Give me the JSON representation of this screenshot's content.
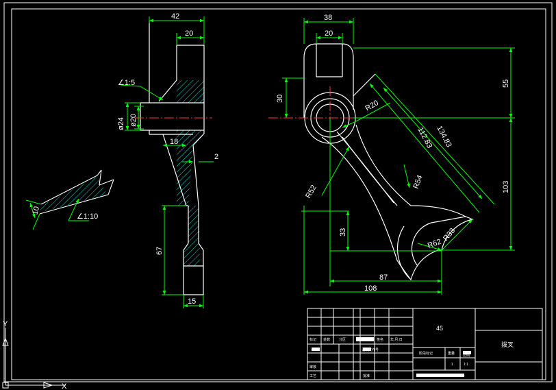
{
  "colors": {
    "background": "#000000",
    "object": "#ffffff",
    "dimension": "#00ff00",
    "section": "#00ffff",
    "centerline": "#ff3333"
  },
  "left_view": {
    "dims": {
      "top_width": "42",
      "inner_width": "20",
      "slope": "∠1:5",
      "bore_outer": "ø24",
      "bore_inner": "ø20",
      "web_width": "18",
      "web_offset": "2",
      "stem_length": "67",
      "stem_width": "15"
    }
  },
  "detail_view": {
    "dims": {
      "thickness": "10",
      "slope": "∠1:10"
    }
  },
  "main_view": {
    "dims": {
      "boss_width": "38",
      "slot_width": "20",
      "upper_height": "55",
      "side_height": "30",
      "radius_small": "R20",
      "length_long": "134.83",
      "length_short": "112.83",
      "radius_mid": "R54",
      "radius_large": "R52",
      "lower_height": "103",
      "radius_end": "R33",
      "offset_height": "33",
      "radius_arc": "R62",
      "horiz_inner": "87",
      "horiz_total": "108"
    }
  },
  "title_block": {
    "material": "45",
    "part_name": "拨叉",
    "labels": {
      "mark": "标记",
      "count": "处数",
      "zone": "分区",
      "signature": "签名",
      "date": "年.月.日",
      "doc_no": "更改文件号",
      "stage_mark": "阶段标记",
      "weight": "重量",
      "scale": "比例",
      "audit": "审核",
      "process": "工艺",
      "approve": "批准"
    },
    "values": {
      "stage": "1",
      "scale": "1:1"
    }
  },
  "ucs": {
    "y_axis": "Y",
    "x_axis": "X"
  }
}
